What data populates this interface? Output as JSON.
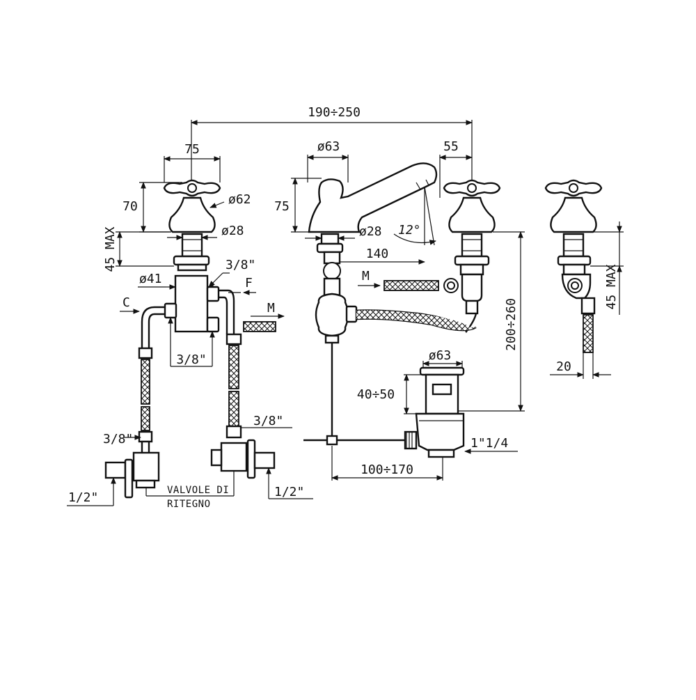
{
  "dimensions": {
    "overall_width": "190÷250",
    "handle_width": "75",
    "handle_height": "70",
    "knob_dia": "ø62",
    "base_dia_left": "ø28",
    "max_45_left": "45 MAX",
    "body_dia": "ø41",
    "c_label": "C",
    "thread_38_top": "3/8\"",
    "f_label": "F",
    "m_label_left": "M",
    "thread_38_mid": "3/8\"",
    "thread_38_hose_left": "3/8\"",
    "thread_38_hose_right": "3/8\"",
    "thread_12_left": "1/2\"",
    "thread_12_right": "1/2\"",
    "valves_line1": "VALVOLE DI",
    "valves_line2": "RITEGNO",
    "spout_knob_dia": "ø63",
    "spout_height": "75",
    "spout_base_dia": "ø28",
    "spout_angle": "12°",
    "spout_reach": "140",
    "right_offset": "55",
    "m_label_right": "M",
    "height_range": "200÷260",
    "waste_dia": "ø63",
    "waste_range": "40÷50",
    "waste_thread": "1\"1/4",
    "rod_range": "100÷170",
    "side_max": "45 MAX",
    "side_20": "20"
  }
}
